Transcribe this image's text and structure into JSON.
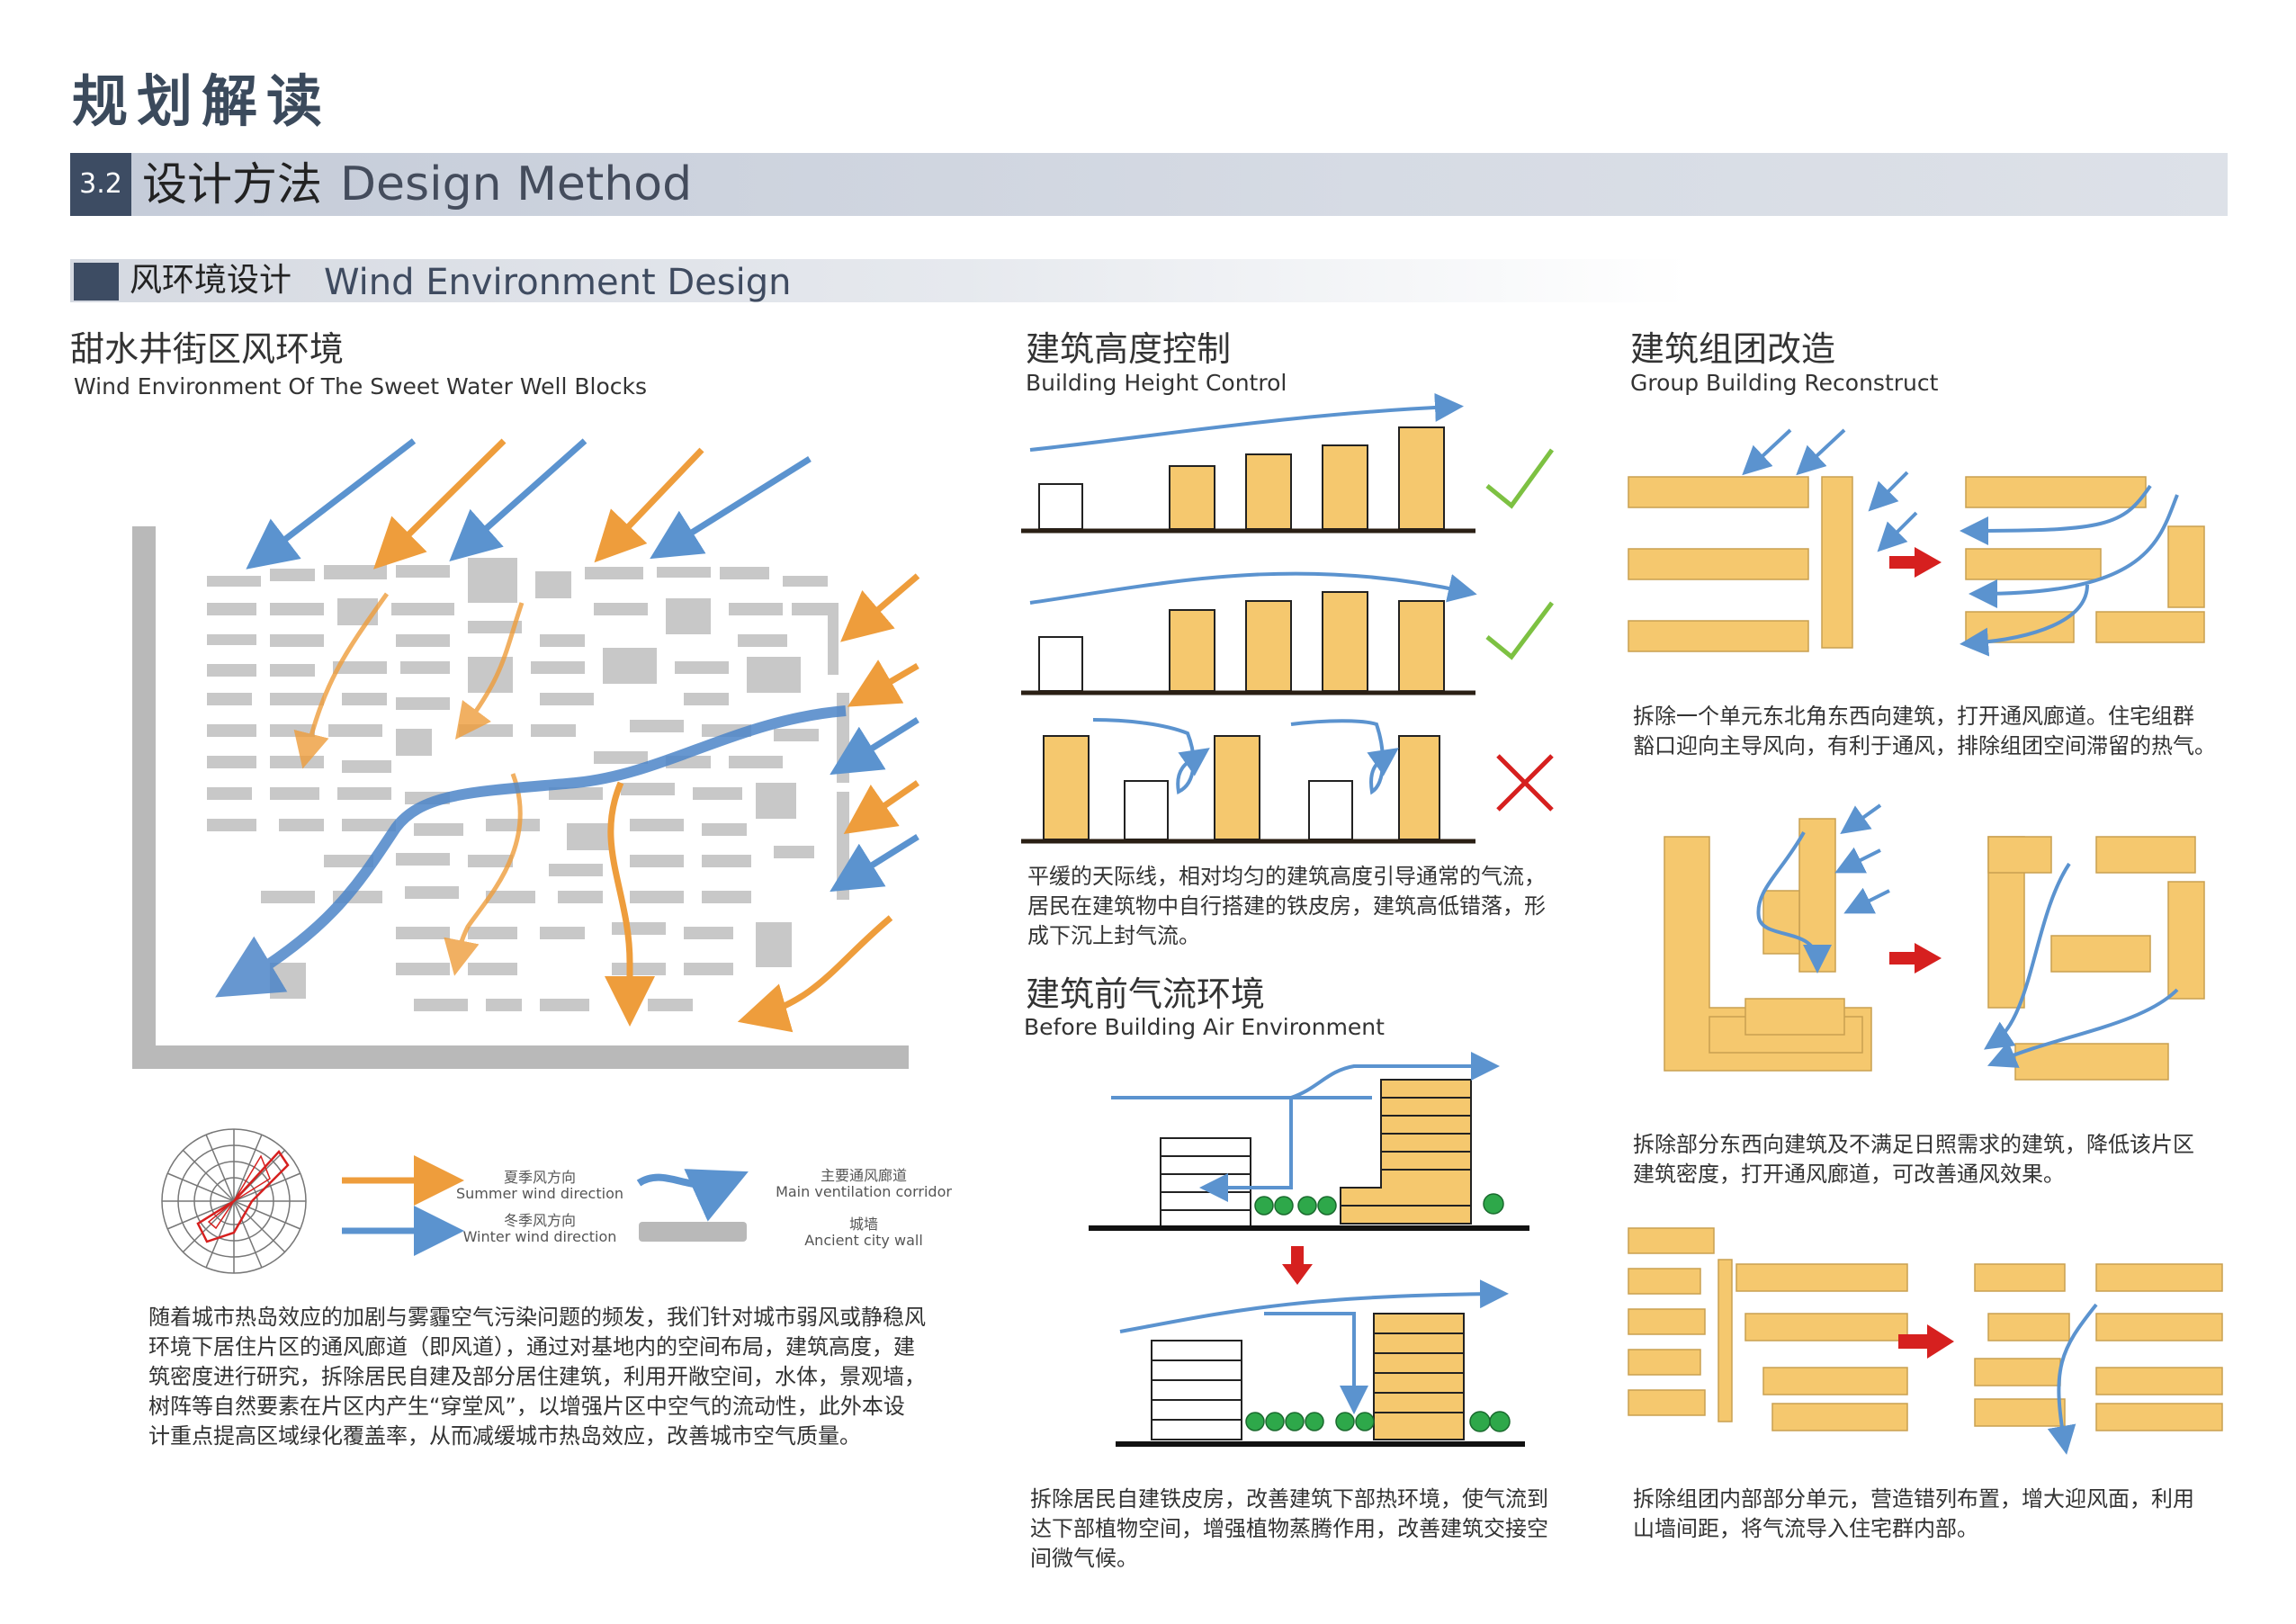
{
  "header": {
    "title": "规划解读",
    "section_number": "3.2",
    "section_cn": "设计方法",
    "section_en": "Design Method",
    "sub_cn": "风环境设计",
    "sub_en": "Wind Environment Design"
  },
  "left": {
    "title_cn": "甜水井街区风环境",
    "title_en": "Wind Environment Of The Sweet Water Well Blocks",
    "legend": {
      "summer_cn": "夏季风方向",
      "summer_en": "Summer wind direction",
      "winter_cn": "冬季风方向",
      "winter_en": "Winter wind direction",
      "corridor_cn": "主要通风廊道",
      "corridor_en": "Main ventilation corridor",
      "wall_cn": "城墙",
      "wall_en": "Ancient city wall"
    },
    "paragraph": [
      "随着城市热岛效应的加剧与雾霾空气污染问题的频发，我们针对城市弱风或静稳风",
      "环境下居住片区的通风廊道（即风道），通过对基地内的空间布局，建筑高度，建",
      "筑密度进行研究，拆除居民自建及部分居住建筑，利用开敞空间，水体，景观墙，",
      "树阵等自然要素在片区内产生“穿堂风”，以增强片区中空气的流动性，此外本设",
      "计重点提高区域绿化覆盖率，从而减缓城市热岛效应，改善城市空气质量。"
    ]
  },
  "middle": {
    "height_title_cn": "建筑高度控制",
    "height_title_en": "Building Height Control",
    "height_desc": [
      "平缓的天际线，相对均匀的建筑高度引导通常的气流，",
      "居民在建筑物中自行搭建的铁皮房，建筑高低错落，形",
      "成下沉上封气流。"
    ],
    "front_title_cn": "建筑前气流环境",
    "front_title_en": "Before Building Air Environment",
    "front_desc": [
      "拆除居民自建铁皮房，改善建筑下部热环境，使气流到",
      "达下部植物空间，增强植物蒸腾作用，改善建筑交接空",
      "间微气候。"
    ]
  },
  "right": {
    "title_cn": "建筑组团改造",
    "title_en": "Group Building Reconstruct",
    "desc1": [
      "拆除一个单元东北角东西向建筑，打开通风廊道。住宅组群",
      "豁口迎向主导风向，有利于通风，排除组团空间滞留的热气。"
    ],
    "desc2": [
      "拆除部分东西向建筑及不满足日照需求的建筑，降低该片区",
      "建筑密度，打开通风廊道，可改善通风效果。"
    ],
    "desc3": [
      "拆除组团内部部分单元，营造错列布置，增大迎风面，利用",
      "山墙间距，将气流导入住宅群内部。"
    ]
  },
  "colors": {
    "building": "#f5c86e",
    "blue_arrow": "#5b93cf",
    "orange_arrow": "#ee9d3c",
    "red_arrow": "#d6201f",
    "check": "#7dc142",
    "tree": "#2ea84a",
    "gray_block": "#c8c8c8",
    "header_dark": "#3d4c63"
  },
  "icons": [
    "check-icon",
    "cross-icon",
    "red-arrow-icon",
    "wind-rose-icon",
    "tree-icon"
  ]
}
